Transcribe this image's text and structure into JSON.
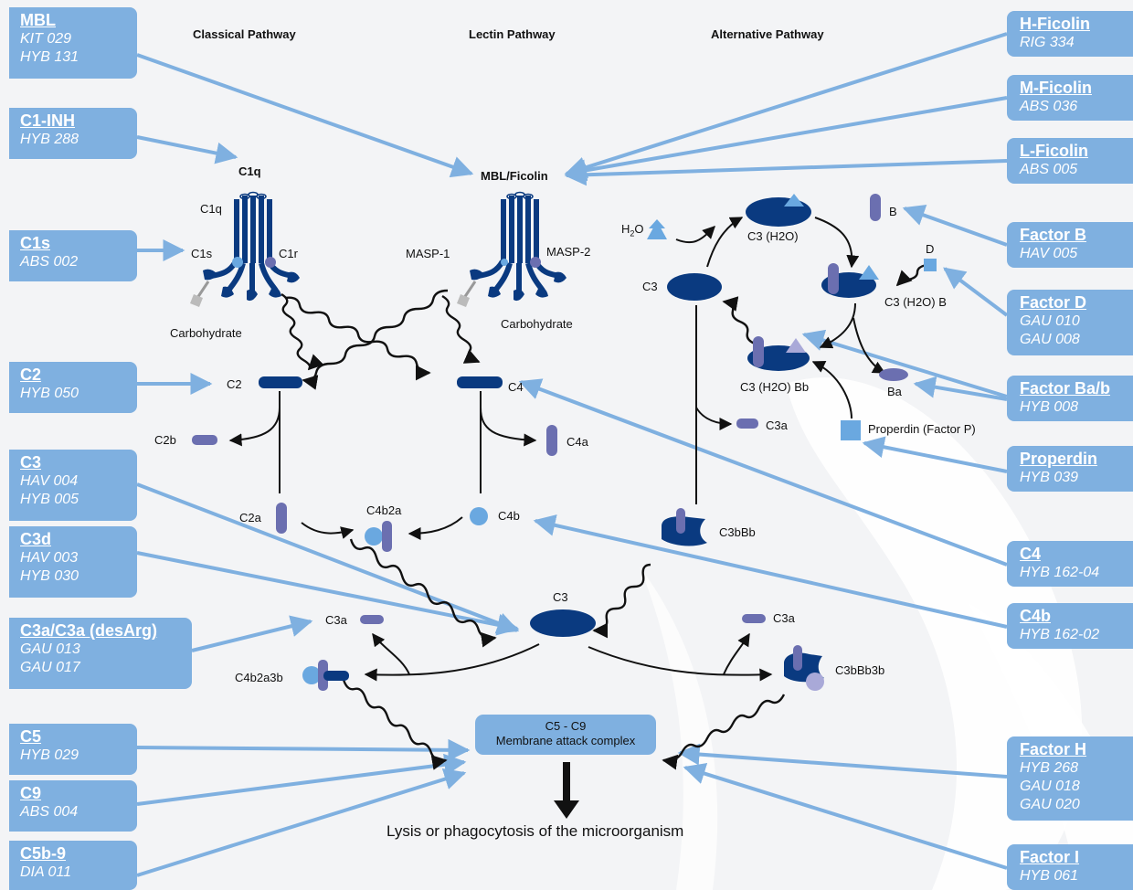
{
  "headers": {
    "classical": "Classical Pathway",
    "lectin": "Lectin Pathway",
    "alternative": "Alternative Pathway"
  },
  "left_boxes": [
    {
      "title": "MBL",
      "codes": [
        "KIT 029",
        "HYB 131"
      ]
    },
    {
      "title": "C1-INH",
      "codes": [
        "HYB 288"
      ]
    },
    {
      "title": "C1s",
      "codes": [
        "ABS 002"
      ]
    },
    {
      "title": "C2",
      "codes": [
        "HYB 050"
      ]
    },
    {
      "title": "C3",
      "codes": [
        "HAV 004",
        "HYB 005"
      ]
    },
    {
      "title": "C3d",
      "codes": [
        "HAV 003",
        "HYB 030"
      ]
    },
    {
      "title": "C3a/C3a (desArg)",
      "codes": [
        "GAU 013",
        "GAU 017"
      ]
    },
    {
      "title": "C5",
      "codes": [
        "HYB 029"
      ]
    },
    {
      "title": "C9",
      "codes": [
        "ABS 004"
      ]
    },
    {
      "title": "C5b-9",
      "codes": [
        "DIA 011"
      ]
    }
  ],
  "right_boxes": [
    {
      "title": "H-Ficolin",
      "codes": [
        "RIG 334"
      ]
    },
    {
      "title": "M-Ficolin",
      "codes": [
        "ABS 036"
      ]
    },
    {
      "title": "L-Ficolin",
      "codes": [
        "ABS 005"
      ]
    },
    {
      "title": "Factor B",
      "codes": [
        "HAV 005"
      ]
    },
    {
      "title": "Factor D",
      "codes": [
        "GAU 010",
        "GAU 008"
      ]
    },
    {
      "title": "Factor Ba/b",
      "codes": [
        "HYB 008"
      ]
    },
    {
      "title": "Properdin",
      "codes": [
        "HYB 039"
      ]
    },
    {
      "title": "C4",
      "codes": [
        "HYB 162-04"
      ]
    },
    {
      "title": "C4b",
      "codes": [
        "HYB 162-02"
      ]
    },
    {
      "title": "Factor H",
      "codes": [
        "HYB 268",
        "GAU 018",
        "GAU 020"
      ]
    },
    {
      "title": "Factor I",
      "codes": [
        "HYB 061"
      ]
    }
  ],
  "diagram_labels": {
    "c1q_title": "C1q",
    "mbl_ficolin": "MBL/Ficolin",
    "c1q": "C1q",
    "c1s": "C1s",
    "c1r": "C1r",
    "masp1": "MASP-1",
    "masp2": "MASP-2",
    "carbohydrate_1": "Carbohydrate",
    "carbohydrate_2": "Carbohydrate",
    "c2": "C2",
    "c4": "C4",
    "c2b": "C2b",
    "c4a": "C4a",
    "c2a": "C2a",
    "c4b2a": "C4b2a",
    "c4b": "C4b",
    "c3_center": "C3",
    "c3a_left": "C3a",
    "c4b2a3b": "C4b2a3b",
    "c3a_right": "C3a",
    "c3bbb3b": "C3bBb3b",
    "h2o_prefix": "H",
    "h2o_sub": "2",
    "h2o_suffix": "O",
    "c3h2o": "C3 (H2O)",
    "b": "B",
    "d": "D",
    "c3_alt": "C3",
    "c3h2ob": "C3 (H2O) B",
    "c3h2obb": "C3 (H2O) Bb",
    "ba": "Ba",
    "c3a_alt": "C3a",
    "properdin_factor_p": "Properdin (Factor P)",
    "c3bbb": "C3bBb"
  },
  "mac": {
    "line1": "C5 - C9",
    "line2": "Membrane attack complex"
  },
  "lysis": "Lysis or phagocytosis of the microorganism",
  "colors": {
    "box_blue": "#7fb0e0",
    "dark_navy": "#0a3a80",
    "purple": "#6b6fb0",
    "light_blue": "#6aa8e0",
    "background": "#f3f4f6"
  }
}
